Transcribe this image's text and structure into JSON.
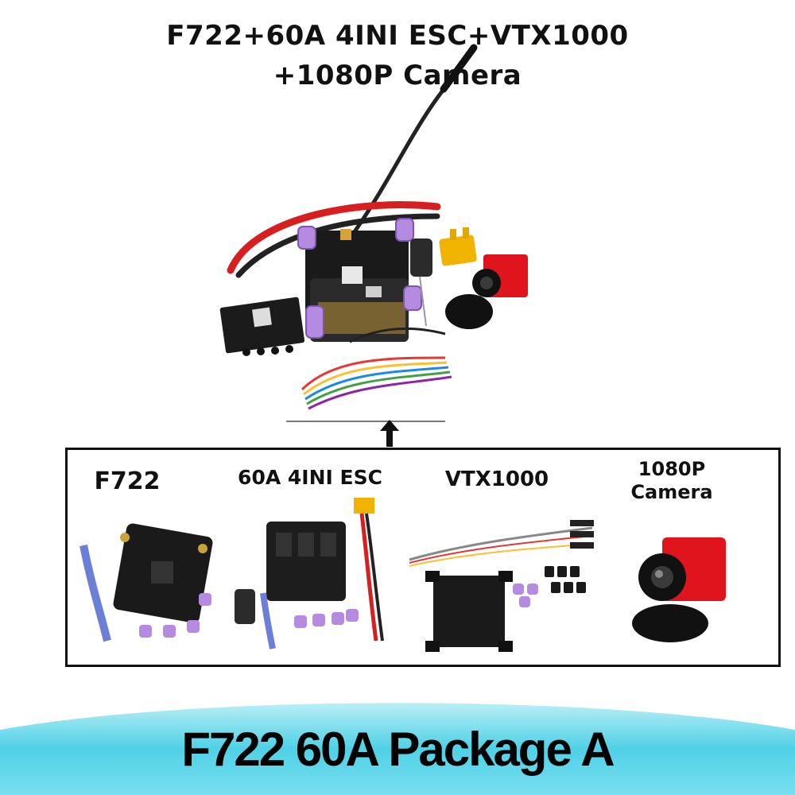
{
  "header": {
    "line1": "F722+60A 4INI ESC+VTX1000",
    "line2": "+1080P Camera"
  },
  "panel": {
    "items": [
      {
        "label": "F722"
      },
      {
        "label": "60A 4INI ESC"
      },
      {
        "label": "VTX1000"
      },
      {
        "label": "1080P Camera"
      }
    ]
  },
  "footer": {
    "title": "F722 60A Package A"
  },
  "colors": {
    "band_cyan": "#4fd1e6",
    "band_light": "#b9eef6",
    "board_black": "#1a1a1a",
    "standoff_purple": "#b48be0",
    "camera_red": "#e0141c",
    "xt60_yellow": "#f0b400"
  }
}
